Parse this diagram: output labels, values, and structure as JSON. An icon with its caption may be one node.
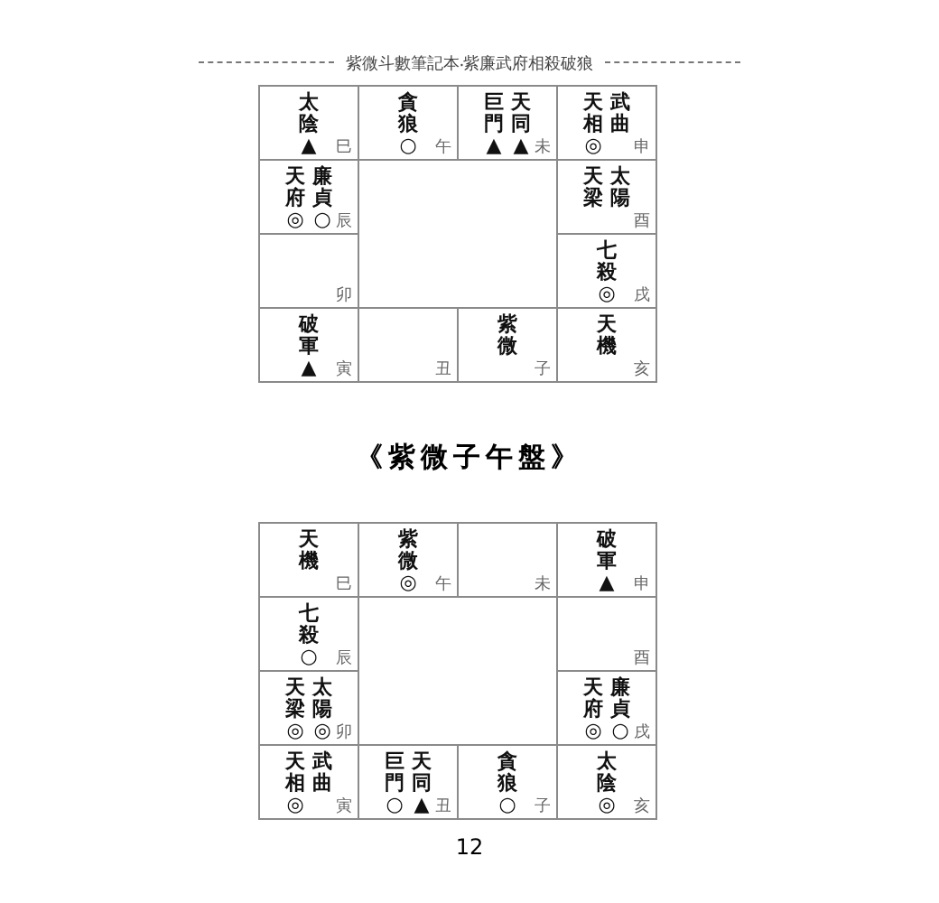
{
  "diagram": {
    "title": "紫微斗數筆記本‧紫廉武府相殺破狼",
    "nodes": [
      {
        "text": [
          "太陰▲",
          "巳"
        ]
      },
      {
        "text": [
          "貪狼○",
          "午"
        ]
      },
      {
        "text": [
          "巨門▲",
          "天同▲",
          "未"
        ]
      },
      {
        "text": [
          "天相◎",
          "武曲",
          "申"
        ]
      },
      {
        "text": [
          "天府◎",
          "廉貞○",
          "辰"
        ]
      },
      {
        "text": [
          "天梁",
          "太陽",
          "酉"
        ]
      },
      {
        "text": [
          "卯"
        ]
      },
      {
        "text": [
          "七殺◎",
          "戌"
        ]
      },
      {
        "text": [
          "破軍▲",
          "寅"
        ]
      },
      {
        "text": [
          "丑"
        ]
      },
      {
        "text": [
          "紫微",
          "子"
        ]
      },
      {
        "text": [
          "天機",
          "亥"
        ]
      },
      {
        "text": [
          "天機",
          "巳"
        ]
      },
      {
        "text": [
          "紫微◎",
          "午"
        ]
      },
      {
        "text": [
          "未"
        ]
      },
      {
        "text": [
          "破軍▲",
          "申"
        ]
      },
      {
        "text": [
          "七殺○",
          "辰"
        ]
      },
      {
        "text": [
          "酉"
        ]
      },
      {
        "text": [
          "天梁◎",
          "太陽◎",
          "卯"
        ]
      },
      {
        "text": [
          "天府◎",
          "廉貞○",
          "戌"
        ]
      },
      {
        "text": [
          "天相◎",
          "武曲",
          "寅"
        ]
      },
      {
        "text": [
          "巨門○",
          "天同▲",
          "丑"
        ]
      },
      {
        "text": [
          "貪狼○",
          "子"
        ]
      },
      {
        "text": [
          "太陰◎",
          "亥"
        ]
      }
    ],
    "labels": [
      "《紫微子午盤》",
      "12"
    ]
  }
}
